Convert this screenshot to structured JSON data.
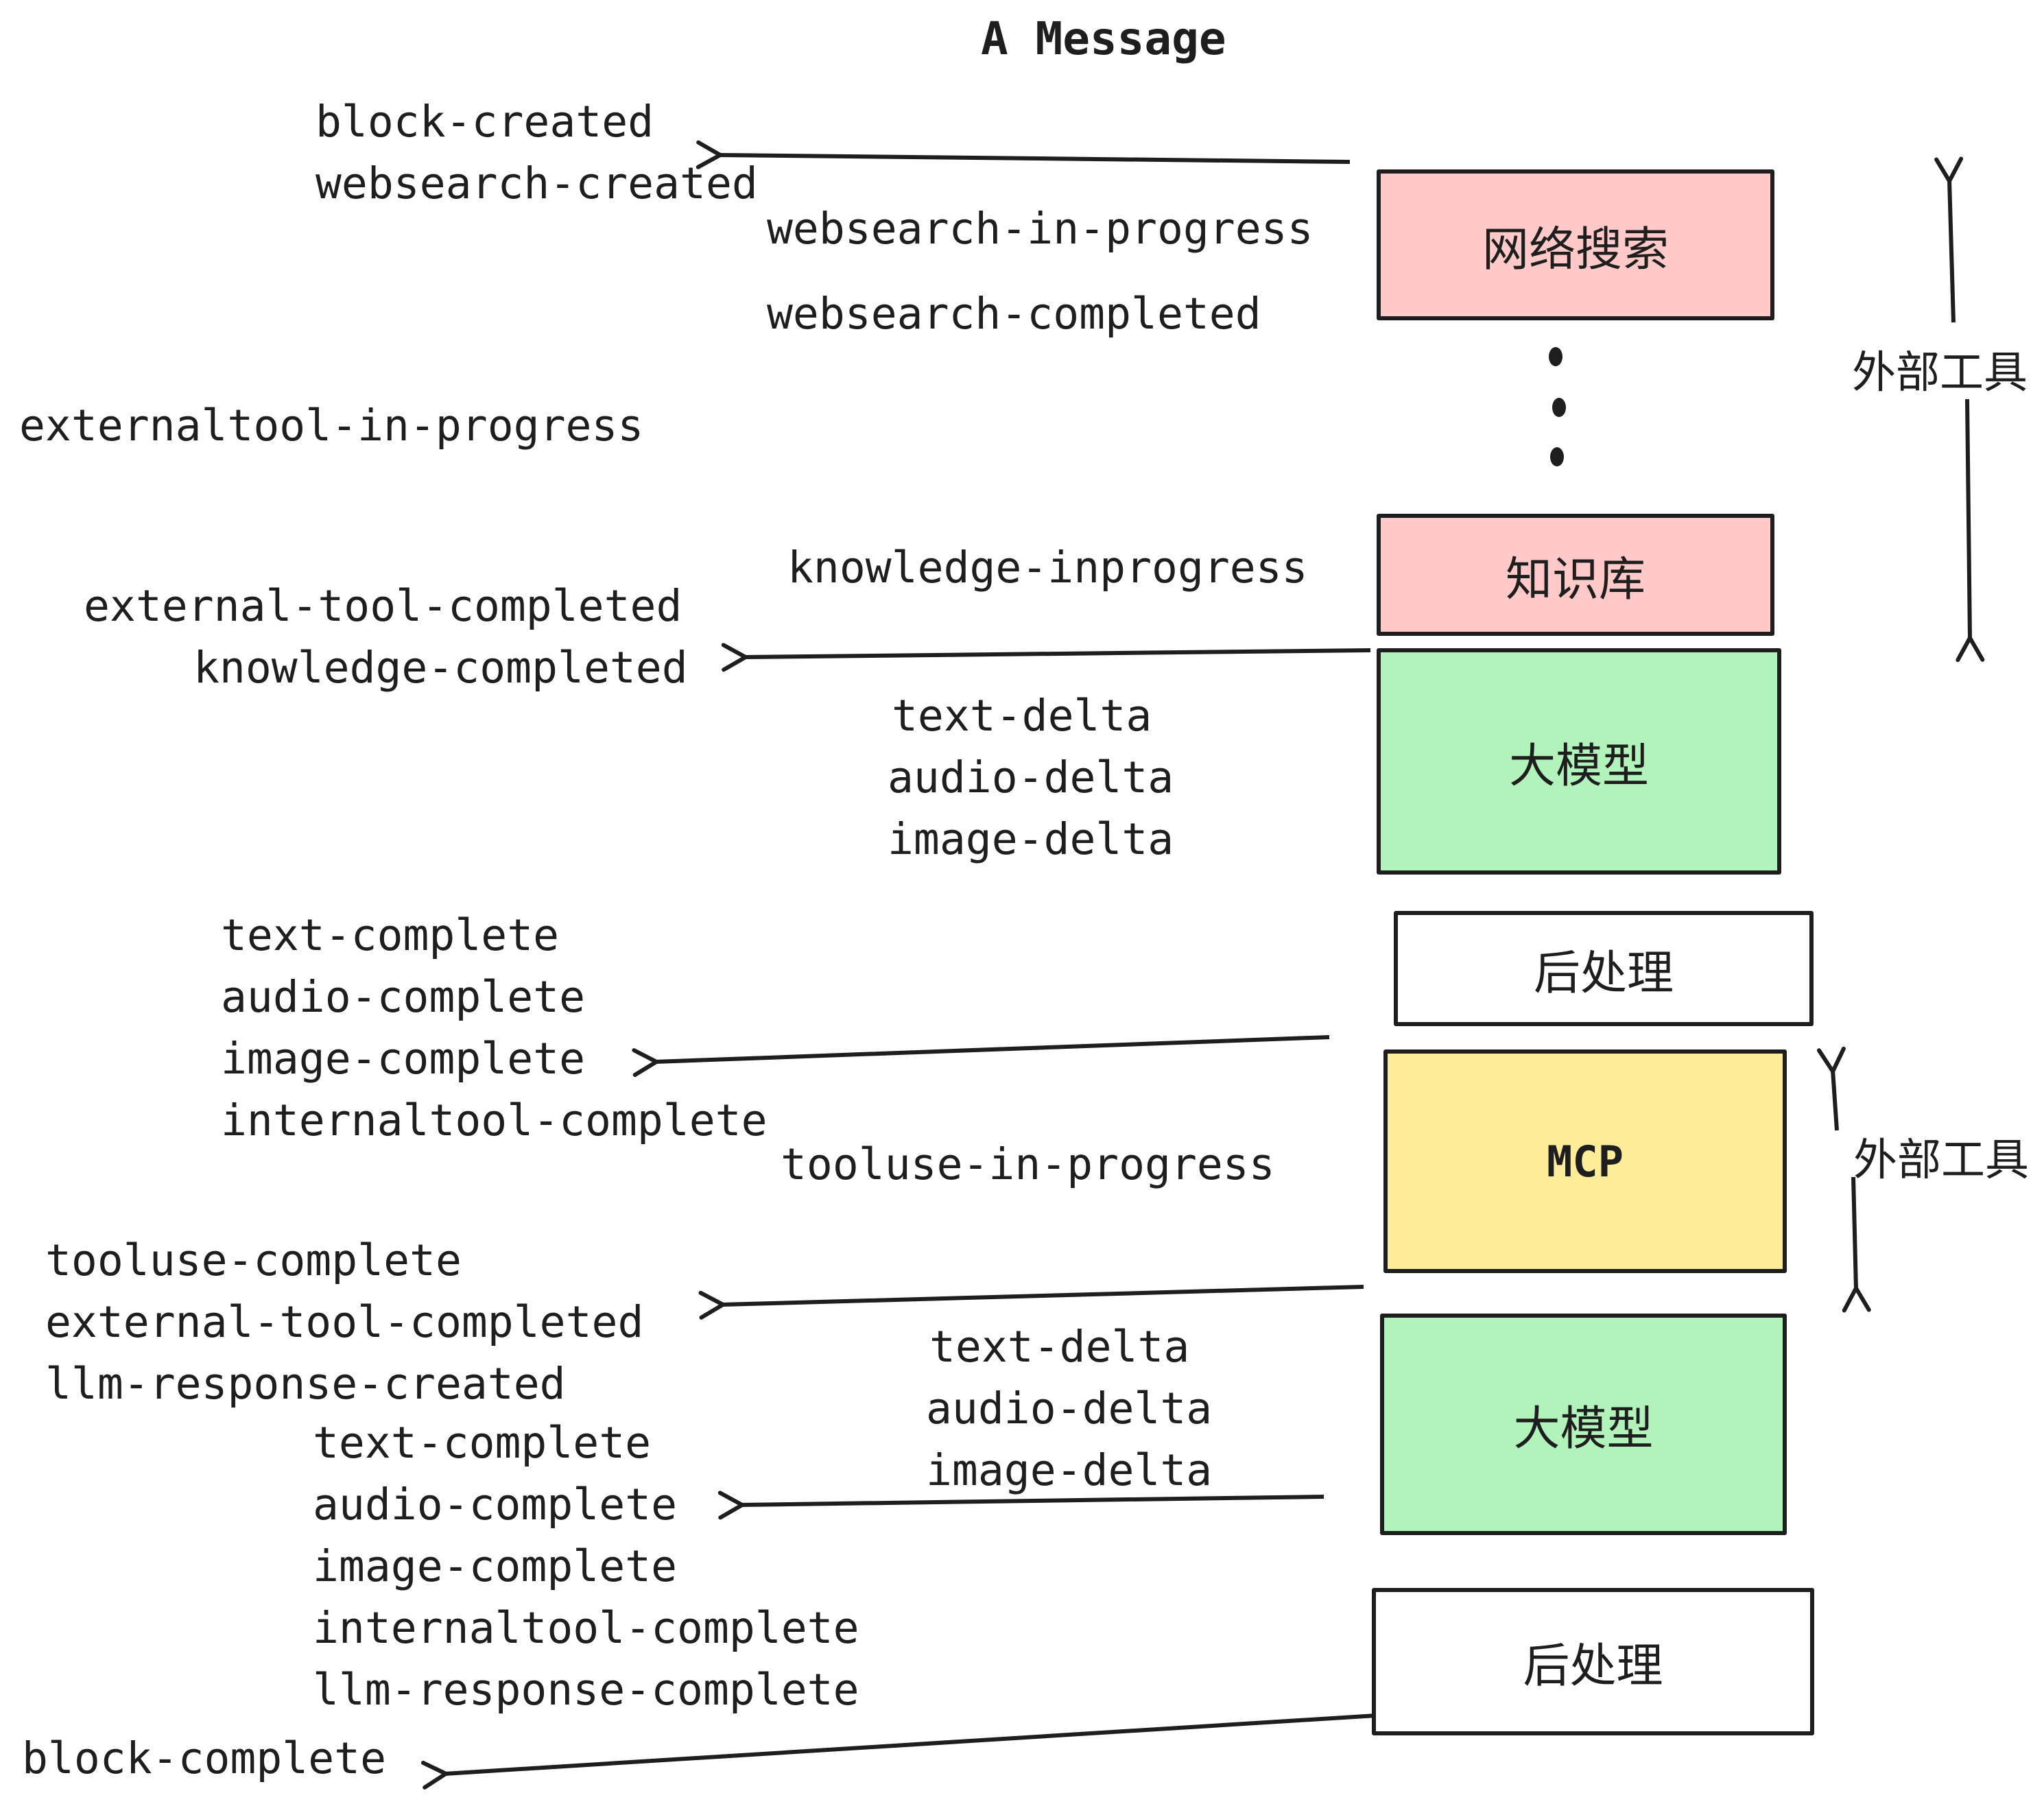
{
  "title": "A Message",
  "colors": {
    "pink": "#ffc9c9",
    "green": "#b2f2bb",
    "yellow": "#ffec99",
    "white": "#ffffff",
    "stroke": "#1e1e1e"
  },
  "boxes": {
    "websearch": {
      "label": "网络搜索"
    },
    "knowledge": {
      "label": "知识库"
    },
    "llm1": {
      "label": "大模型"
    },
    "post1": {
      "label": "后处理"
    },
    "mcp": {
      "label": "MCP"
    },
    "llm2": {
      "label": "大模型"
    },
    "post2": {
      "label": "后处理"
    }
  },
  "side_labels": {
    "external_tools_top": "外部工具",
    "external_tools_bottom": "外部工具"
  },
  "events": {
    "block_created": "block-created",
    "websearch_created": "websearch-created",
    "websearch_in_progress": "websearch-in-progress",
    "websearch_completed": "websearch-completed",
    "externaltool_in_progress": "externaltool-in-progress",
    "knowledge_inprogress": "knowledge-inprogress",
    "external_tool_completed": "external-tool-completed",
    "knowledge_completed": "knowledge-completed",
    "text_delta_1": "text-delta",
    "audio_delta_1": "audio-delta",
    "image_delta_1": "image-delta",
    "text_complete_1": "text-complete",
    "audio_complete_1": "audio-complete",
    "image_complete_1": "image-complete",
    "internaltool_complete_1": "internaltool-complete",
    "tooluse_in_progress": "tooluse-in-progress",
    "tooluse_complete": "tooluse-complete",
    "external_tool_completed_2": "external-tool-completed",
    "llm_response_created": "llm-response-created",
    "text_complete_2": "text-complete",
    "audio_complete_2": "audio-complete",
    "image_complete_2": "image-complete",
    "internaltool_complete_2": "internaltool-complete",
    "llm_response_complete": "llm-response-complete",
    "block_complete": "block-complete"
  }
}
